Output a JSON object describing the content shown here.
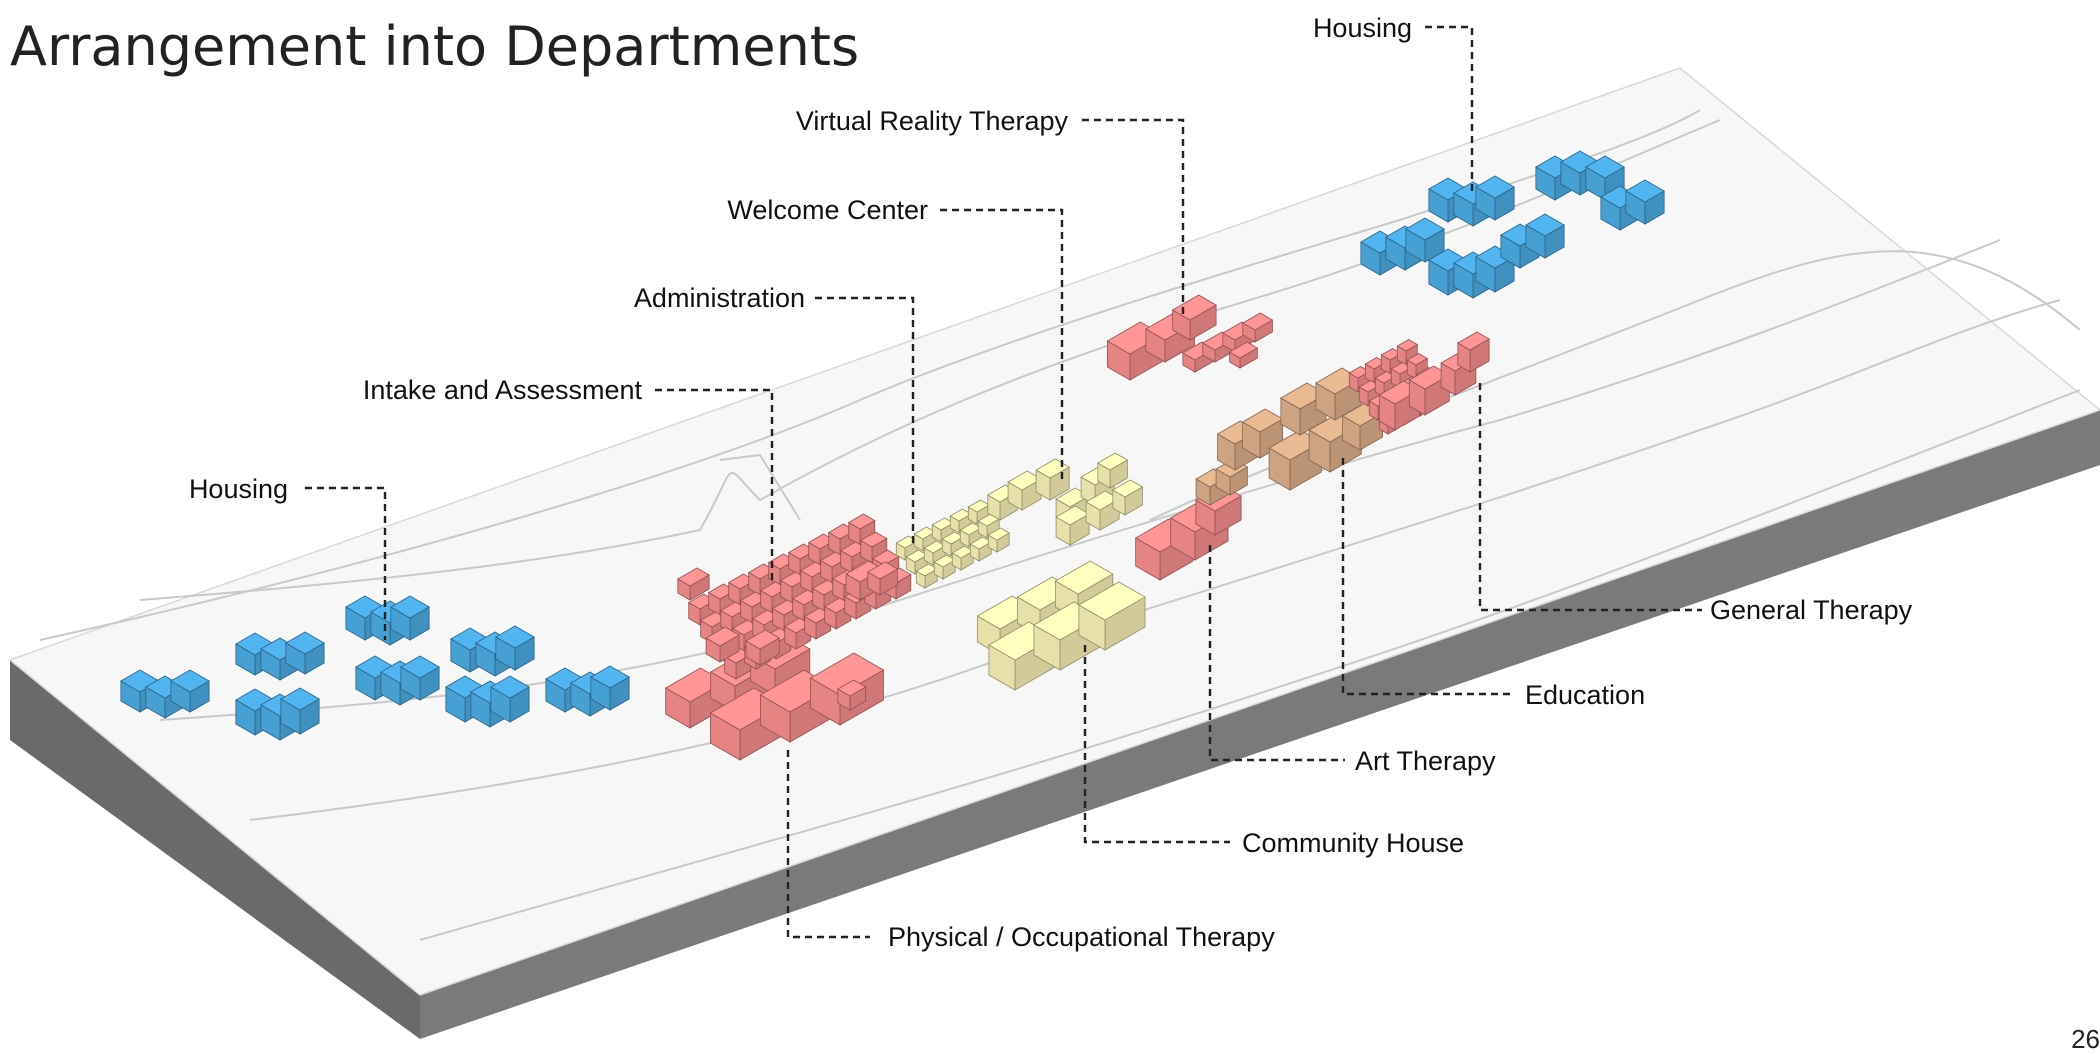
{
  "title": "Arrangement into Departments",
  "page_number": "26",
  "colors": {
    "housing": "#4aa8df",
    "therapy_red": "#f28a8a",
    "community_yellow": "#f4ecb2",
    "education_tan": "#d9ac88",
    "terrain_top": "#f7f7f7",
    "terrain_side": "#6e6e6e"
  },
  "labels": [
    {
      "id": "housing-top",
      "text": "Housing"
    },
    {
      "id": "virtual-reality",
      "text": "Virtual Reality Therapy"
    },
    {
      "id": "welcome",
      "text": "Welcome Center"
    },
    {
      "id": "administration",
      "text": "Administration"
    },
    {
      "id": "intake",
      "text": "Intake and Assessment"
    },
    {
      "id": "housing-left",
      "text": "Housing"
    },
    {
      "id": "general-therapy",
      "text": "General Therapy"
    },
    {
      "id": "education",
      "text": "Education"
    },
    {
      "id": "art-therapy",
      "text": "Art Therapy"
    },
    {
      "id": "community-house",
      "text": "Community House"
    },
    {
      "id": "physical-therapy",
      "text": "Physical / Occupational Therapy"
    }
  ]
}
